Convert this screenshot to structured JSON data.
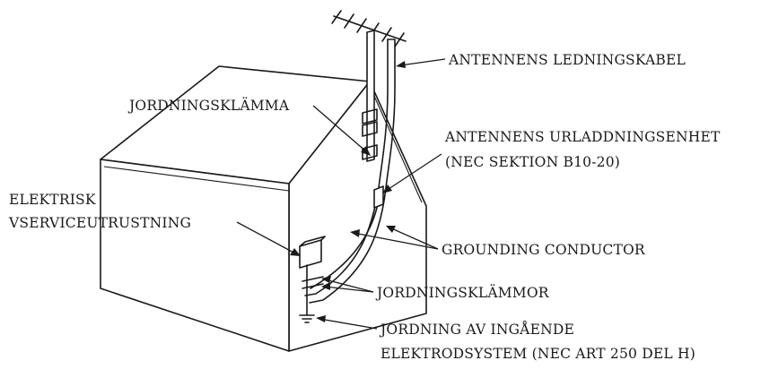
{
  "labels": {
    "antenna_lead": "ANTENNENS LEDNINGSKABEL",
    "ground_clamp": "JORDNINGSKLÄMMA",
    "discharge_unit_line1": "ANTENNENS URLADDNINGSENHET",
    "discharge_unit_line2": "(NEC SEKTION B10-20)",
    "electric_line1": "ELEKTRISK",
    "electric_line2": "VSERVICEUTRUSTNING",
    "grounding_conductor": "GROUNDING CONDUCTOR",
    "ground_clamps": "JORDNINGSKLÄMMOR",
    "electrode_line1": "JORDNING AV INGÅENDE",
    "electrode_line2": "ELEKTRODSYSTEM (NEC ART 250 DEL H)"
  }
}
